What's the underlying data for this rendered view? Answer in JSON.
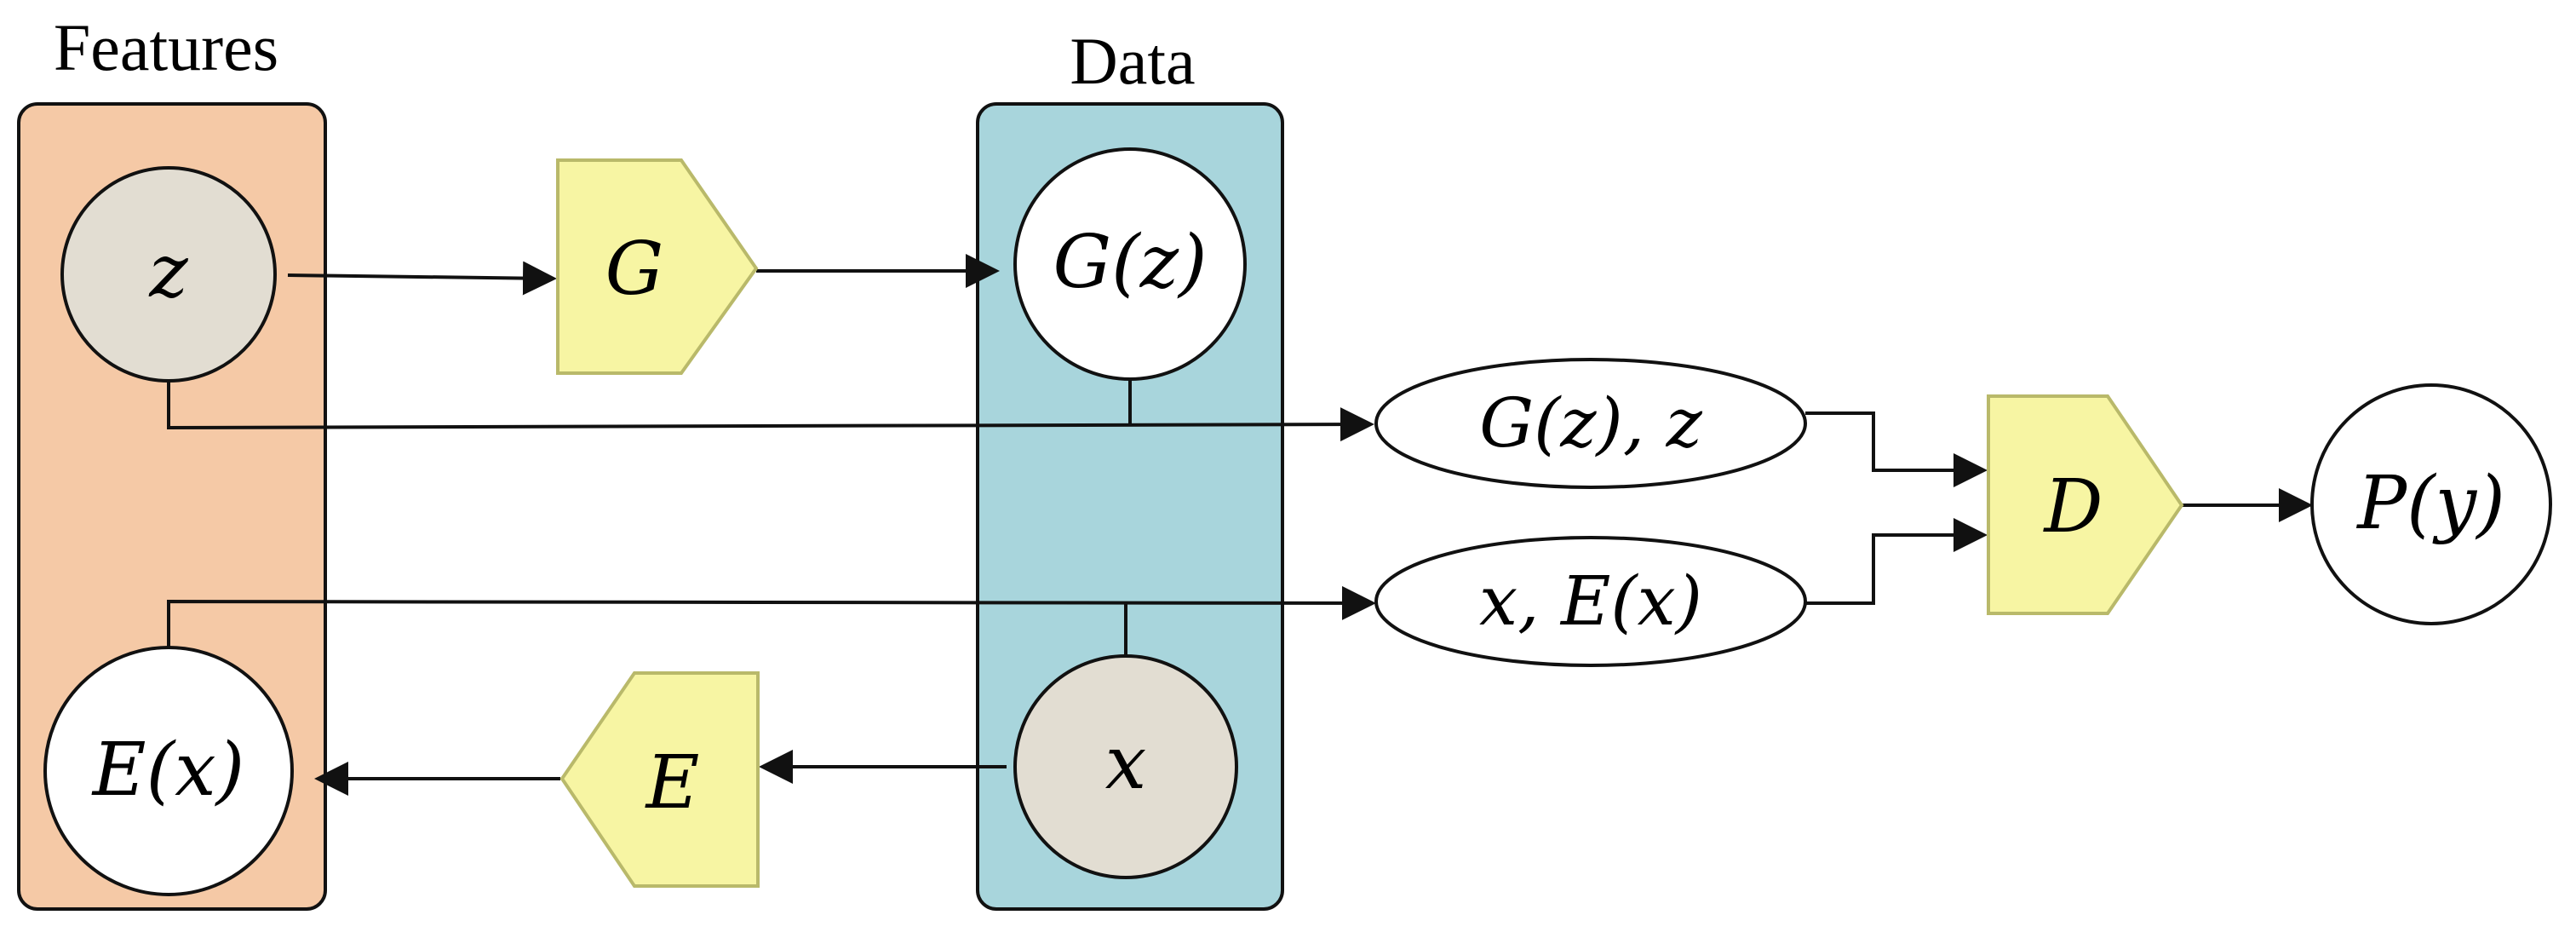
{
  "panels": {
    "features_title": "Features",
    "data_title": "Data"
  },
  "nodes": {
    "z": "z",
    "E_x": "E(x)",
    "G_z": "G(z)",
    "x": "x",
    "G_z_z": "G(z), z",
    "x_E_x": "x, E(x)",
    "P_y": "P(y)"
  },
  "modules": {
    "G": "G",
    "E": "E",
    "D": "D"
  },
  "colors": {
    "features_panel": "#F5C9A6",
    "data_panel": "#A8D5DC",
    "latent_node": "#E2DDD2",
    "module": "#F7F5A3",
    "module_stroke": "#B9B96A"
  }
}
